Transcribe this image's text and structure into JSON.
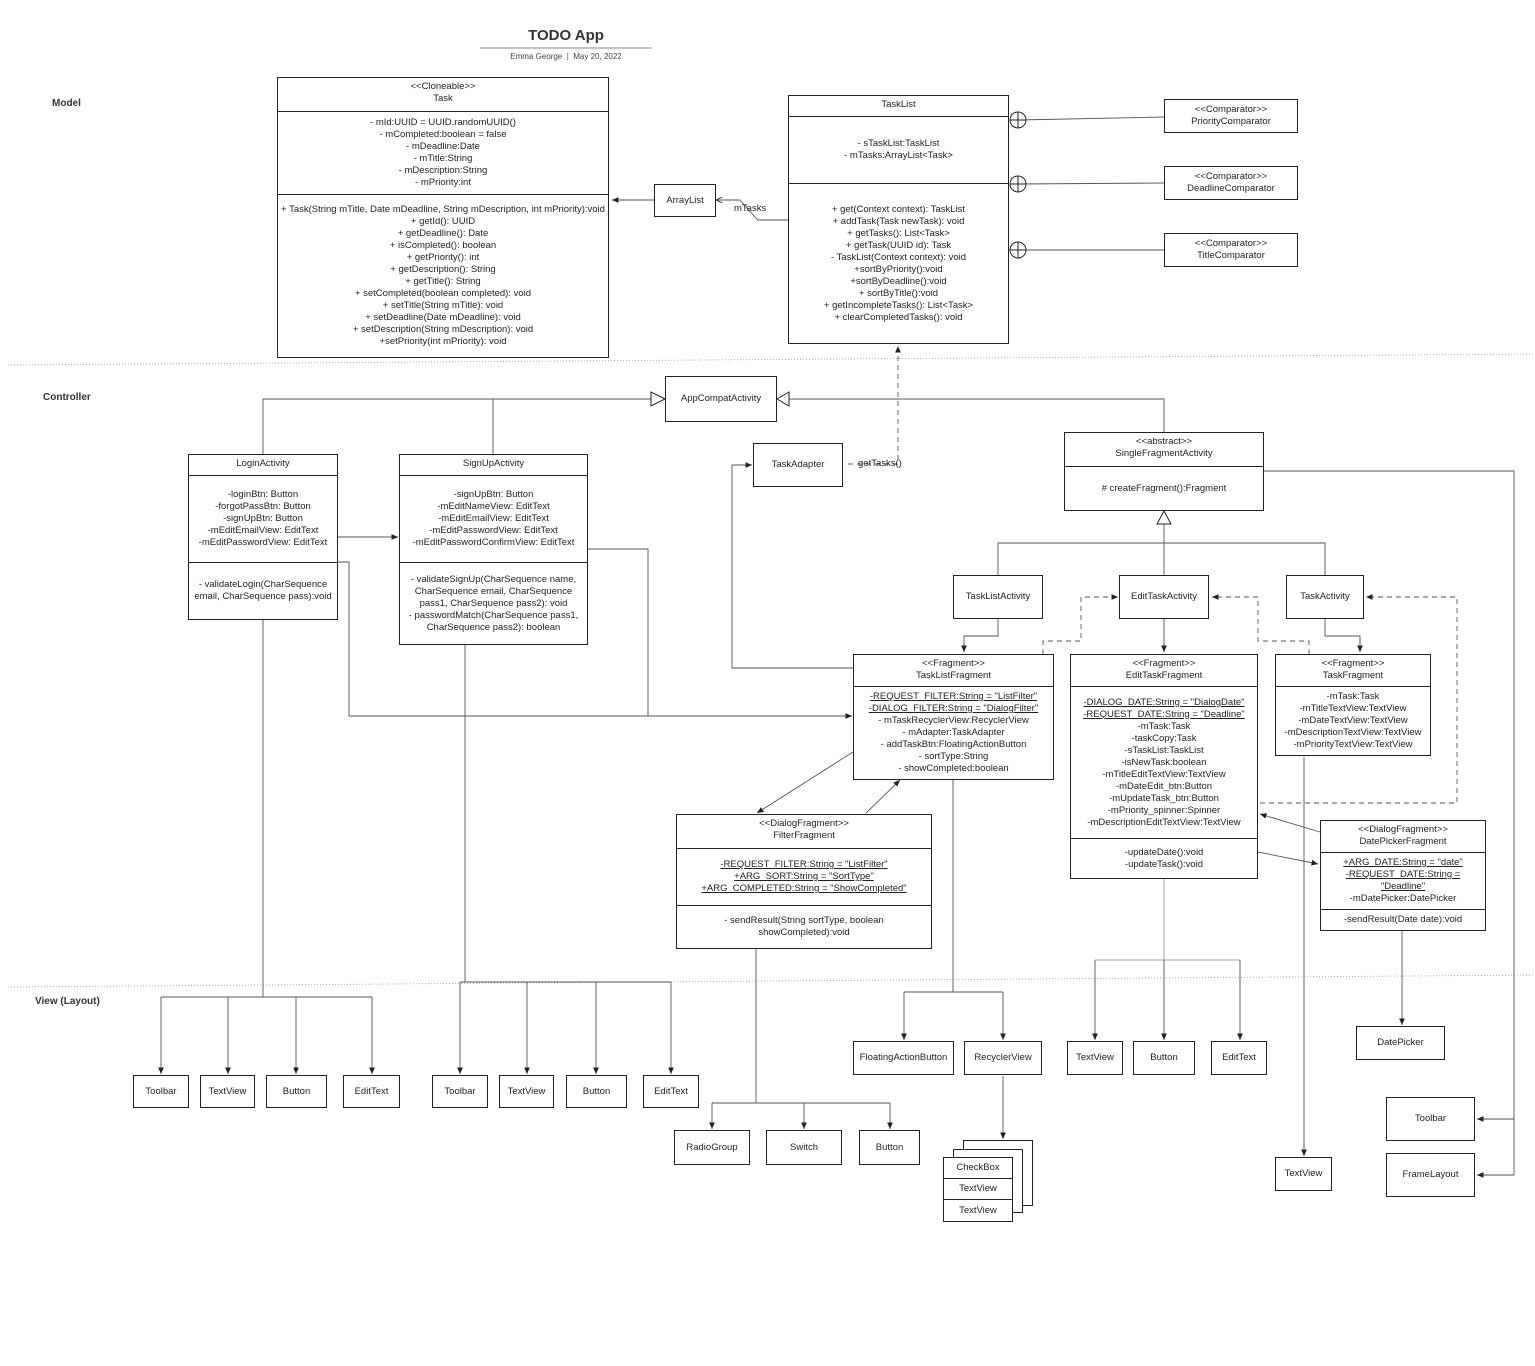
{
  "header": {
    "title": "TODO App",
    "author": "Emma George",
    "date": "May 20, 2022"
  },
  "sections": {
    "model": "Model",
    "controller": "Controller",
    "view": "View (Layout)"
  },
  "classes": {
    "task": {
      "stereotype": "<<Cloneable>>",
      "name": "Task",
      "attributes": [
        "- mId:UUID = UUID.randomUUID()",
        "- mCompleted:boolean = false",
        "- mDeadline:Date",
        "- mTitle:String",
        "- mDescription:String",
        "- mPriority:int"
      ],
      "methods": [
        "+ Task(String mTitle, Date mDeadline, String mDescription, int mPriority):void",
        "+ getId(): UUID",
        "+ getDeadline(): Date",
        "+ isCompleted(): boolean",
        "+ getPriority(): int",
        "+ getDescription(): String",
        "+ getTitle(): String",
        "+ setCompleted(boolean completed): void",
        "+ setTitle(String mTitle): void",
        "+ setDeadline(Date mDeadline): void",
        "+ setDescription(String mDescription): void",
        "+setPriority(int mPriority): void"
      ]
    },
    "tasklist": {
      "name": "TaskList",
      "attributes": [
        "- sTaskList:TaskList",
        "- mTasks:ArrayList<Task>"
      ],
      "methods": [
        "+ get(Context context): TaskList",
        "+ addTask(Task newTask): void",
        "+  getTasks(): List<Task>",
        "+ getTask(UUID id): Task",
        "- TaskList(Context context): void",
        "+sortByPriority():void",
        "+sortByDeadline():void",
        "+ sortByTitle():void",
        "+ getIncompleteTasks(): List<Task>",
        "+ clearCompletedTasks(): void"
      ]
    },
    "priorityComparator": {
      "stereotype": "<<Comparator>>",
      "name": "PriorityComparator"
    },
    "deadlineComparator": {
      "stereotype": "<<Comparator>>",
      "name": "DeadlineComparator"
    },
    "titleComparator": {
      "stereotype": "<<Comparator>>",
      "name": "TitleComparator"
    },
    "arraylist": {
      "name": "ArrayList"
    },
    "appcompat": {
      "name": "AppCompatActivity"
    },
    "taskadapter": {
      "name": "TaskAdapter"
    },
    "singleFragmentActivity": {
      "stereotype": "<<abstract>>",
      "name": "SingleFragmentActivity",
      "methods": [
        "# createFragment():Fragment"
      ]
    },
    "loginActivity": {
      "name": "LoginActivity",
      "attributes": [
        "-loginBtn: Button",
        "-forgotPassBtn: Button",
        "-signUpBtn: Button",
        "-mEditEmailView: EditText",
        "-mEditPasswordView: EditText"
      ],
      "methods": [
        "- validateLogin(CharSequence email, CharSequence pass):void"
      ]
    },
    "signUpActivity": {
      "name": "SignUpActivity",
      "attributes": [
        "-signUpBtn: Button",
        "-mEditNameView: EditText",
        "-mEditEmailView: EditText",
        "-mEditPasswordView: EditText",
        "-mEditPasswordConfirmView: EditText"
      ],
      "methods": [
        "- validateSignUp(CharSequence name, CharSequence email, CharSequence pass1, CharSequence pass2): void",
        "- passwordMatch(CharSequence pass1, CharSequence pass2): boolean"
      ]
    },
    "taskListActivity": {
      "name": "TaskListActivity"
    },
    "editTaskActivity": {
      "name": "EditTaskActivity"
    },
    "taskActivity": {
      "name": "TaskActivity"
    },
    "taskListFragment": {
      "stereotype": "<<Fragment>>",
      "name": "TaskListFragment",
      "attributes": [
        "-REQUEST_FILTER:String = \"ListFilter\"",
        "-DIALOG_FILTER:String = \"DialogFilter\"",
        "- mTaskRecyclerView:RecyclerView",
        "- mAdapter:TaskAdapter",
        "- addTaskBtn:FloatingActionButton",
        "- sortType:String",
        "- showCompleted:boolean"
      ],
      "underlined": 2
    },
    "editTaskFragment": {
      "stereotype": "<<Fragment>>",
      "name": "EditTaskFragment",
      "attributes": [
        "-DIALOG_DATE:String = \"DialogDate\"",
        "-REQUEST_DATE:String = \"Deadline\"",
        "-mTask:Task",
        "-taskCopy:Task",
        "-sTaskList:TaskList",
        "-isNewTask:boolean",
        "-mTitleEditTextView:TextView",
        "-mDateEdit_btn:Button",
        "-mUpdateTask_btn:Button",
        "-mPriority_spinner:Spinner",
        "-mDescriptionEditTextView:TextView"
      ],
      "methods": [
        "-updateDate():void",
        "-updateTask():void"
      ],
      "underlined": 2
    },
    "taskFragment": {
      "stereotype": "<<Fragment>>",
      "name": "TaskFragment",
      "attributes": [
        "-mTask:Task",
        "-mTitleTextView:TextView",
        "-mDateTextView:TextView",
        "-mDescriptionTextView:TextView",
        "-mPriorityTextView:TextView"
      ]
    },
    "filterFragment": {
      "stereotype": "<<DialogFragment>>",
      "name": "FilterFragment",
      "attributes": [
        "-REQUEST_FILTER:String = \"ListFilter\"",
        "+ARG_SORT:String = \"SortType\"",
        "+ARG_COMPLETED:String = \"ShowCompleted\""
      ],
      "methods": [
        "- sendResult(String sortType, boolean showCompleted):void"
      ],
      "underlined": 3
    },
    "datePickerFragment": {
      "stereotype": "<<DialogFragment>>",
      "name": "DatePickerFragment",
      "attributes": [
        "+ARG_DATE:String = \"date\"",
        "-REQUEST_DATE:String = \"Deadline\"",
        "-mDatePicker:DatePicker"
      ],
      "methods": [
        "-sendResult(Date date):void"
      ],
      "underlined": 2
    }
  },
  "labels": {
    "mTasks": "mTasks",
    "getTasks": "getTasks()"
  },
  "views": {
    "login": [
      "Toolbar",
      "TextView",
      "Button",
      "EditText"
    ],
    "signup": [
      "Toolbar",
      "TextView",
      "Button",
      "EditText"
    ],
    "filter": [
      "RadioGroup",
      "Switch",
      "Button"
    ],
    "tasklistFrag": [
      "FloatingActionButton",
      "RecyclerView"
    ],
    "recyclerItems": [
      "CheckBox",
      "TextView",
      "TextView"
    ],
    "editFrag": [
      "TextView",
      "Button",
      "EditText"
    ],
    "datePicker": "DatePicker",
    "taskFragText": "TextView",
    "singleFrag": [
      "Toolbar",
      "FrameLayout"
    ]
  }
}
